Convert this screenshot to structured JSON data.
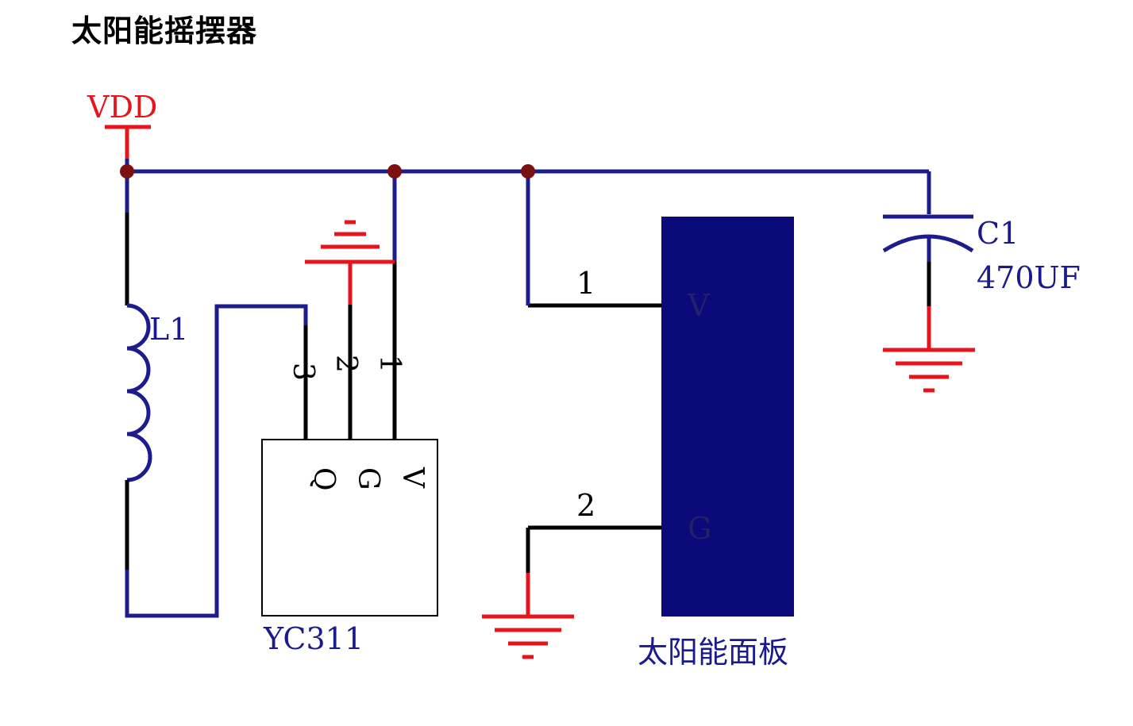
{
  "title": "太阳能摇摆器",
  "colors": {
    "wire": "#1c1c8c",
    "lead": "#000000",
    "power": "#e8141c",
    "junction": "#7a1010",
    "panel_fill": "#0a0a7a",
    "label_blue": "#1a1a8c"
  },
  "power": {
    "label": "VDD"
  },
  "inductor": {
    "designator": "L1"
  },
  "ic": {
    "name": "YC311",
    "pin_names": [
      "Q",
      "G",
      "V"
    ],
    "pin_numbers": [
      "3",
      "2",
      "1"
    ]
  },
  "solar_panel": {
    "name": "太阳能面板",
    "pin_v_name": "V",
    "pin_g_name": "G",
    "pin_v_number": "1",
    "pin_g_number": "2"
  },
  "capacitor": {
    "designator": "C1",
    "value": "470UF"
  },
  "icons": [
    "ground-symbol",
    "power-port",
    "junction-dot"
  ]
}
